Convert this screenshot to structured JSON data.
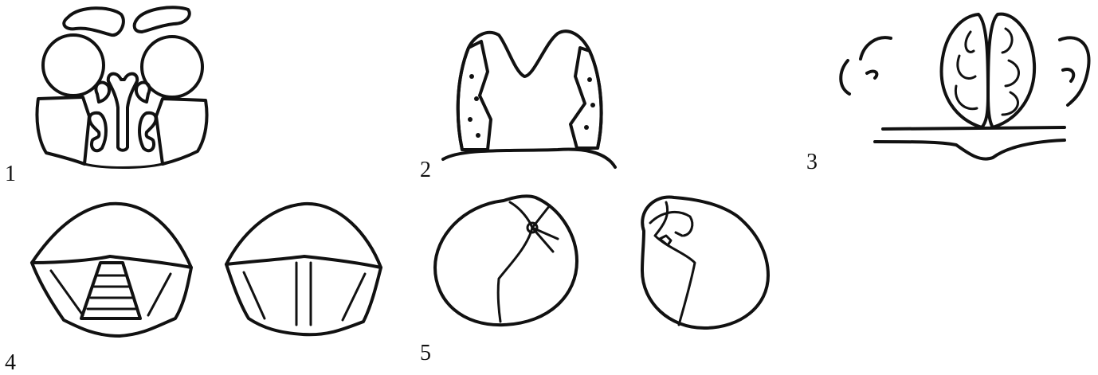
{
  "figures": [
    {
      "label": "1",
      "content": "sinus-cross-section-drawing"
    },
    {
      "label": "2",
      "content": "tonsil-pair-drawing"
    },
    {
      "label": "3",
      "content": "turbinate-pair-drawing"
    },
    {
      "label": "4",
      "content": "larynx-views-drawing"
    },
    {
      "label": "5",
      "content": "eardrum-views-drawing"
    }
  ],
  "colors": {
    "ink": "#111111",
    "background": "#ffffff"
  }
}
